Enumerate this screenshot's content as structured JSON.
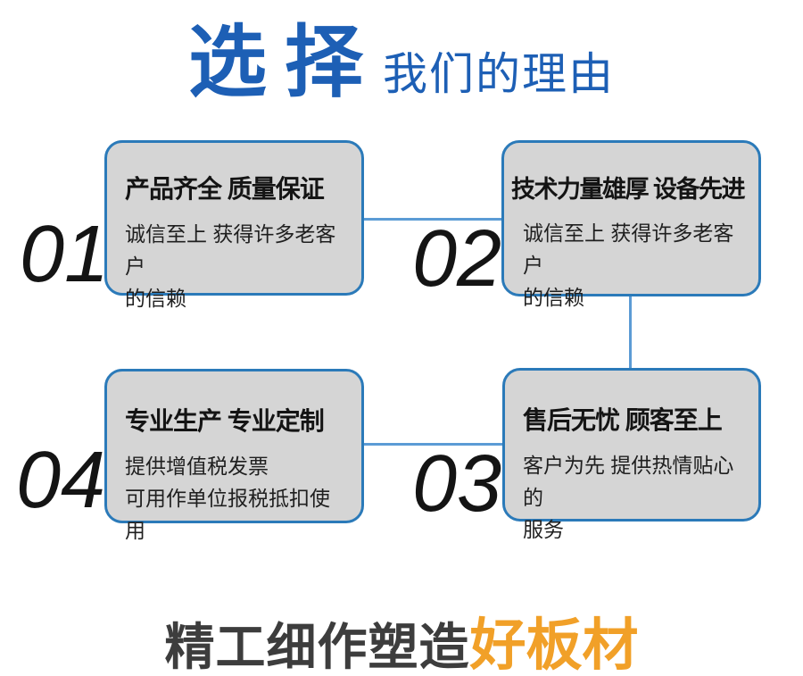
{
  "title": {
    "highlight": "选择",
    "rest": "我们的理由"
  },
  "reasons": [
    {
      "number": "01",
      "heading": "产品齐全 质量保证",
      "body": "诚信至上 获得许多老客户\n的信赖"
    },
    {
      "number": "02",
      "heading": "技术力量雄厚 设备先进",
      "body": "诚信至上 获得许多老客户\n的信赖"
    },
    {
      "number": "03",
      "heading": "售后无忧 顾客至上",
      "body": "客户为先 提供热情贴心的\n服务"
    },
    {
      "number": "04",
      "heading": "专业生产 专业定制",
      "body": "提供增值税发票\n可用作单位报税抵扣使用"
    }
  ],
  "tagline": {
    "prefix": "精工细作塑造",
    "highlight": "好板材"
  },
  "colors": {
    "accent-blue": "#1d5fb5",
    "border-blue": "#2b7ab9",
    "connector-blue": "#5b9bd5",
    "box-fill": "#d5d5d5",
    "heading-black": "#141414",
    "body-black": "#1f1f1f",
    "number-black": "#141414",
    "tagline-gray": "#3d3d3d",
    "tagline-orange": "#f1a028",
    "background": "#ffffff"
  }
}
